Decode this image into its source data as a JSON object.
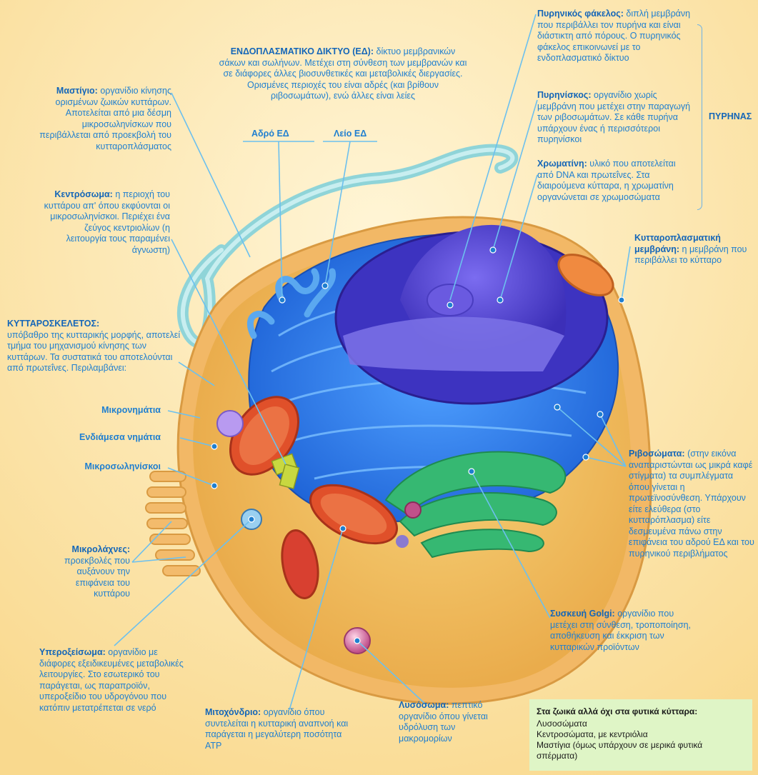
{
  "er": {
    "title": "ΕΝΔΟΠΛΑΣΜΑΤΙΚΟ ΔΙΚΤΥΟ (ΕΔ):",
    "desc": "δίκτυο μεμβρανικών σάκων και σωλήνων. Μετέχει στη σύνθεση των μεμβρανών και σε διάφορες άλλες βιοσυνθετικές και μεταβολικές διεργασίες. Ορισμένες περιοχές του είναι αδρές (και βρίθουν ριβοσωμάτων), ενώ άλλες είναι λείες",
    "rough": "Αδρό ΕΔ",
    "smooth": "Λείο ΕΔ"
  },
  "flagellum": {
    "title": "Μαστίγιο:",
    "desc": "οργανίδιο κίνησης ορισμένων ζωικών κυττάρων. Αποτελείται από μια δέσμη μικροσωληνίσκων που περιβάλλεται από προεκβολή του κυτταροπλάσματος"
  },
  "centrosome": {
    "title": "Κεντρόσωμα:",
    "desc": "η περιοχή του κυττάρου απ' όπου εκφύονται οι μικροσωληνίσκοι. Περιέχει ένα ζεύγος κεντριολίων (η λειτουργία τους παραμένει άγνωστη)"
  },
  "cytoskeleton": {
    "title": "ΚΥΤΤΑΡΟΣΚΕΛΕΤΟΣ:",
    "desc": "υπόβαθρο της κυτταρικής μορφής, αποτελεί τμήμα του μηχανισμού κίνησης των κυττάρων. Τα συστατικά του αποτελούνται από πρωτεΐνες. Περιλαμβάνει:"
  },
  "microfilaments": "Μικρονημάτια",
  "intermediate": "Ενδιάμεσα νημάτια",
  "microtubules": "Μικροσωληνίσκοι",
  "microvilli": {
    "title": "Μικρολάχνες:",
    "desc": "προεκβολές που αυξάνουν την επιφάνεια του κυττάρου"
  },
  "peroxisome": {
    "title": "Υπεροξείσωμα:",
    "desc": "οργανίδιο με διάφορες εξειδικευμένες μεταβολικές λειτουργίες. Στο εσωτερικό του παράγεται, ως παραπροϊόν, υπεροξείδιο του υδρογόνου που κατόπιν μετατρέπεται σε νερό"
  },
  "mitochondrion": {
    "title": "Μιτοχόνδριο:",
    "desc": "οργανίδιο όπου συντελείται η κυτταρική αναπνοή και παράγεται η μεγαλύτερη ποσότητα ATP"
  },
  "lysosome": {
    "title": "Λυσόσωμα:",
    "desc": "πεπτικό οργανίδιο όπου γίνεται υδρόλυση των μακρομορίων"
  },
  "golgi": {
    "title": "Συσκευή Golgi:",
    "desc": "οργανίδιο που μετέχει στη σύνθεση, τροποποίηση, αποθήκευση και έκκριση των κυτταρικών προϊόντων"
  },
  "ribosomes": {
    "title": "Ριβοσώματα:",
    "desc": "(στην εικόνα αναπαριστώνται ως μικρά καφέ στίγματα) τα συμπλέγματα όπου γίνεται η πρωτεϊνοσύνθεση. Υπάρχουν είτε ελεύθερα (στο κυτταρόπλασμα) είτε δεσμευμένα πάνω στην επιφάνεια του αδρού ΕΔ και του πυρηνικού περιβλήματος"
  },
  "plasma_membrane": {
    "title": "Κυτταροπλασματική μεμβράνη:",
    "desc": "η μεμβράνη που περιβάλλει το κύτταρο"
  },
  "nuclear_envelope": {
    "title": "Πυρηνικός φάκελος:",
    "desc": "διπλή μεμβράνη που περιβάλλει τον πυρήνα και είναι διάστικτη από πόρους. Ο πυρηνικός φάκελος επικοινωνεί με το ενδοπλασματικό δίκτυο"
  },
  "nucleolus": {
    "title": "Πυρηνίσκος:",
    "desc": "οργανίδιο χωρίς μεμβράνη που μετέχει στην παραγωγή των ριβοσωμάτων. Σε κάθε πυρήνα υπάρχουν ένας ή περισσότεροι πυρηνίσκοι"
  },
  "chromatin": {
    "title": "Χρωματίνη:",
    "desc": "υλικό που αποτελείται από DNA και πρωτεΐνες. Στα διαιρούμενα κύτταρα, η χρωματίνη οργανώνεται σε χρωμοσώματα"
  },
  "nucleus_label": "ΠΥΡΗΝΑΣ",
  "summary": {
    "title": "Στα ζωικά αλλά όχι στα φυτικά κύτταρα:",
    "items": [
      "Λυσοσώματα",
      "Κεντροσώματα, με κεντριόλια",
      "Μαστίγια (όμως υπάρχουν σε μερικά φυτικά σπέρματα)"
    ]
  },
  "colors": {
    "background": "#fce8b4",
    "label": "#1f7fd0",
    "er": "#3a7fe0",
    "nucleus": "#5a3fd0",
    "golgi": "#2fb070",
    "mitochondrion": "#e0502a",
    "membrane": "#f2b866",
    "summary_bg": "#dff5c6"
  }
}
